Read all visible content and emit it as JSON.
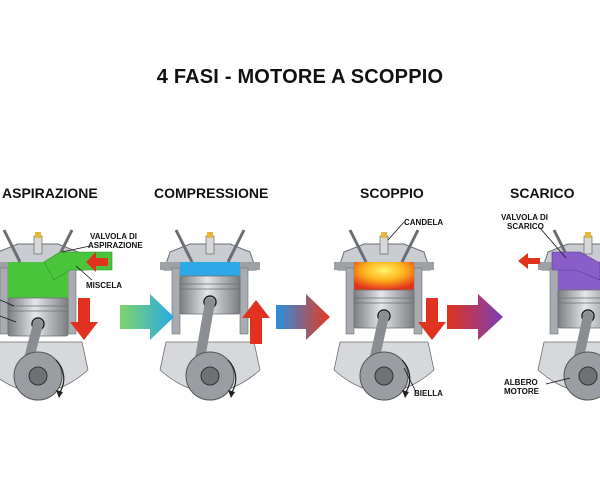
{
  "title": "4 FASI - MOTORE A SCOPPIO",
  "phases": [
    {
      "label": "ASPIRAZIONE",
      "color": "#49c43b"
    },
    {
      "label": "COMPRESSIONE",
      "color": "#2ea8e6"
    },
    {
      "label": "SCOPPIO",
      "color": "#f5c21a"
    },
    {
      "label": "SCARICO",
      "color": "#8a5ec9"
    }
  ],
  "labels": {
    "valvola_aspirazione_1": "VALVOLA DI",
    "valvola_aspirazione_2": "ASPIRAZIONE",
    "miscela": "MISCELA",
    "candela": "CANDELA",
    "biella": "BIELLA",
    "valvola_scarico_1": "VALVOLA DI",
    "valvola_scarico_2": "SCARICO",
    "albero_1": "ALBERO",
    "albero_2": "MOTORE"
  },
  "colors": {
    "arrow_red": "#e0321e",
    "metal": "#a8acb0",
    "metal_dark": "#6b6f73",
    "block": "#c9ccd0"
  }
}
